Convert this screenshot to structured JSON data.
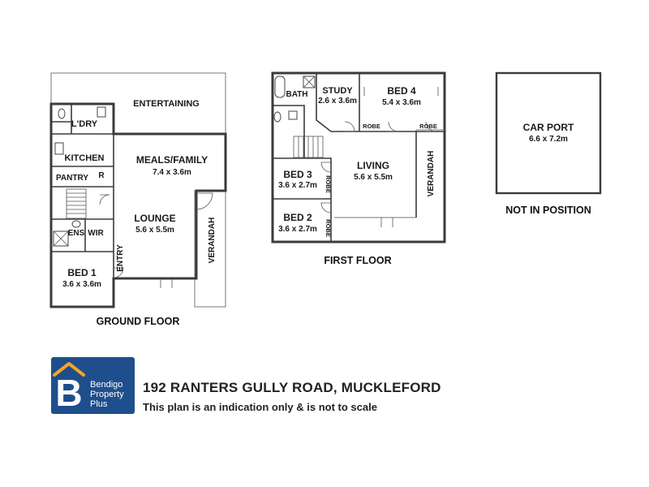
{
  "ground_floor": {
    "caption": "GROUND FLOOR",
    "entertaining": "ENTERTAINING",
    "laundry": "L'DRY",
    "kitchen": "KITCHEN",
    "pantry": "PANTRY",
    "fridge": "R",
    "meals_family": {
      "name": "MEALS/FAMILY",
      "dims": "7.4 x 3.6m"
    },
    "lounge": {
      "name": "LOUNGE",
      "dims": "5.6 x 5.5m"
    },
    "ensuite": "ENS",
    "wir": "WIR",
    "entry": "ENTRY",
    "verandah": "VERANDAH",
    "bed1": {
      "name": "BED 1",
      "dims": "3.6 x 3.6m"
    }
  },
  "first_floor": {
    "caption": "FIRST FLOOR",
    "bath": "BATH",
    "study": {
      "name": "STUDY",
      "dims": "2.6 x 3.6m"
    },
    "bed4": {
      "name": "BED 4",
      "dims": "5.4 x 3.6m"
    },
    "robe_a": "ROBE",
    "robe_b": "ROBE",
    "robe_c": "ROBE",
    "robe_d": "ROBE",
    "living": {
      "name": "LIVING",
      "dims": "5.6 x 5.5m"
    },
    "verandah": "VERANDAH",
    "bed3": {
      "name": "BED 3",
      "dims": "3.6 x 2.7m"
    },
    "bed2": {
      "name": "BED 2",
      "dims": "3.6 x 2.7m"
    }
  },
  "carport": {
    "name": "CAR PORT",
    "dims": "6.6 x 7.2m",
    "note": "NOT IN POSITION"
  },
  "branding": {
    "logo_letter": "B",
    "line1": "Bendigo",
    "line2": "Property",
    "line3": "Plus",
    "colors": {
      "navy": "#1f4e8c",
      "orange": "#f5a623"
    }
  },
  "address": "192 RANTERS GULLY ROAD, MUCKLEFORD",
  "disclaimer": "This plan is an indication only & is not to scale"
}
